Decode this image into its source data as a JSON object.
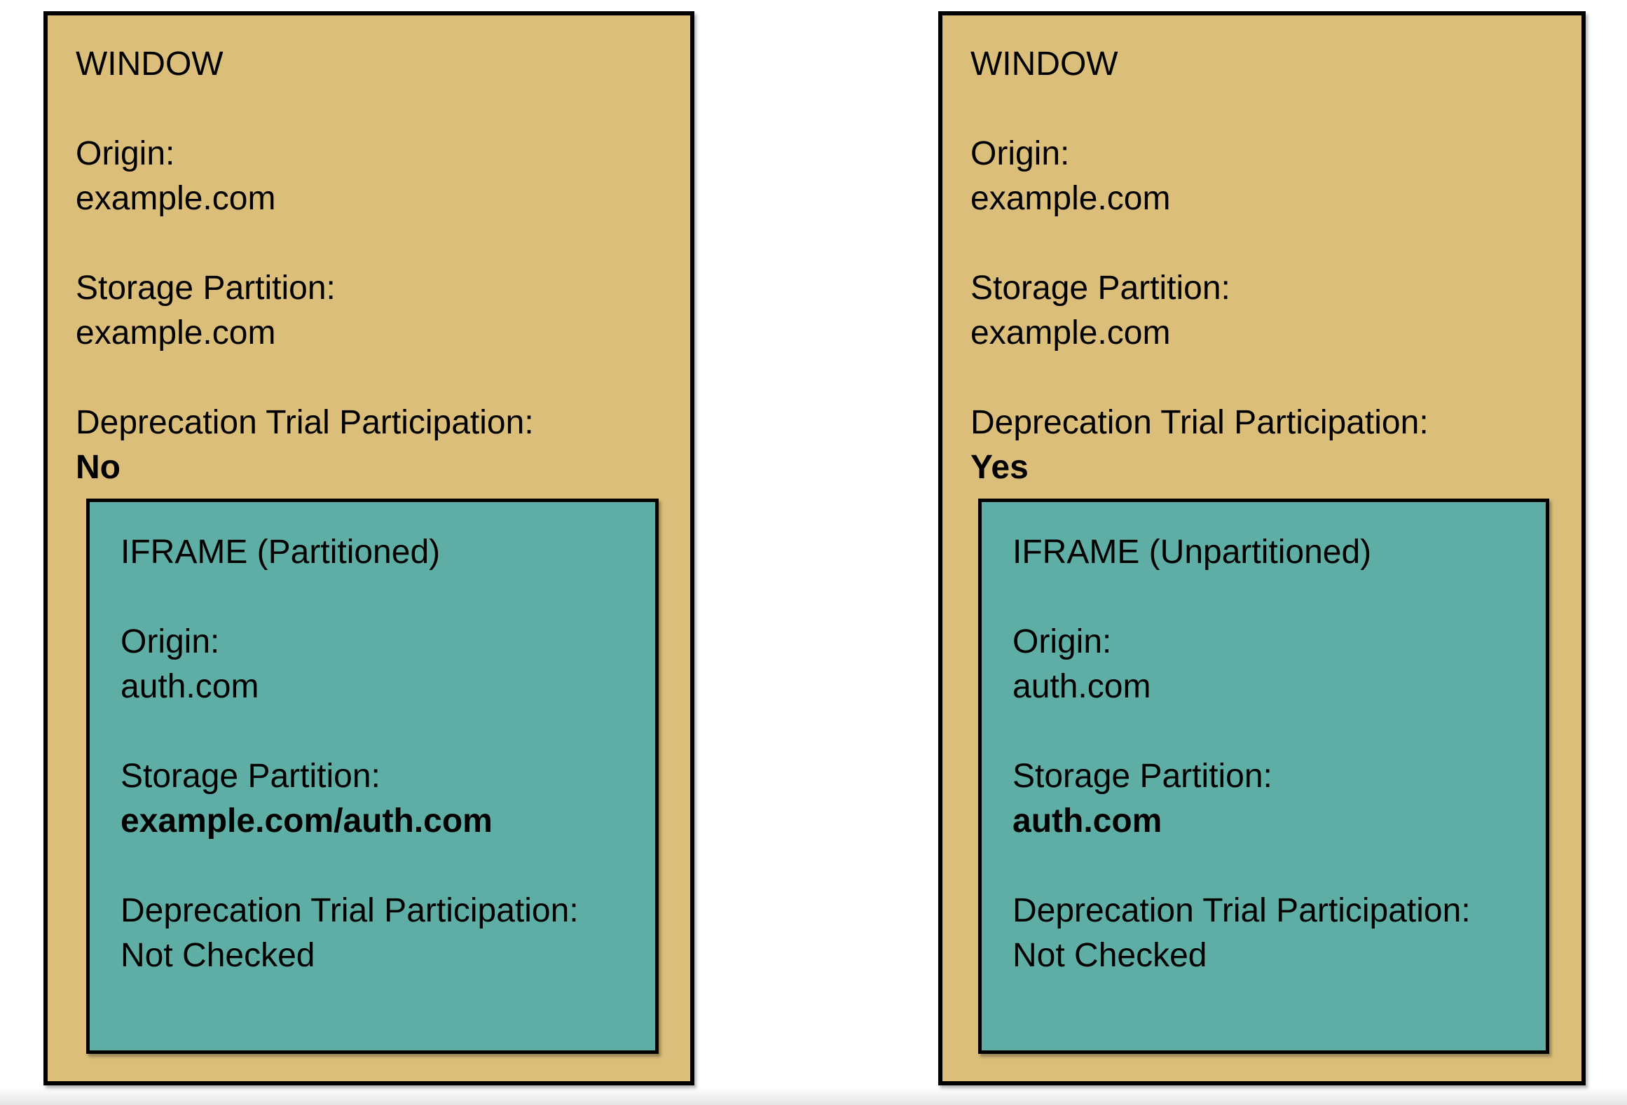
{
  "colors": {
    "page_background": "#ffffff",
    "window_bg": "#DBBE79",
    "iframe_bg": "#5FAEA5",
    "border": "#000000",
    "text": "#000000"
  },
  "windows": [
    {
      "title": "WINDOW",
      "origin": {
        "label": "Origin:",
        "value": "example.com"
      },
      "storage": {
        "label": "Storage Partition:",
        "value": "example.com"
      },
      "trial": {
        "label": "Deprecation Trial Participation:",
        "value": "No"
      },
      "iframe": {
        "title": "IFRAME (Partitioned)",
        "origin": {
          "label": "Origin:",
          "value": "auth.com"
        },
        "storage": {
          "label": "Storage Partition:",
          "value": "example.com/auth.com"
        },
        "trial": {
          "label": "Deprecation Trial Participation:",
          "value": "Not Checked"
        }
      }
    },
    {
      "title": "WINDOW",
      "origin": {
        "label": "Origin:",
        "value": "example.com"
      },
      "storage": {
        "label": "Storage Partition:",
        "value": "example.com"
      },
      "trial": {
        "label": "Deprecation Trial Participation:",
        "value": "Yes"
      },
      "iframe": {
        "title": "IFRAME (Unpartitioned)",
        "origin": {
          "label": "Origin:",
          "value": "auth.com"
        },
        "storage": {
          "label": "Storage Partition:",
          "value": "auth.com"
        },
        "trial": {
          "label": "Deprecation Trial Participation:",
          "value": "Not Checked"
        }
      }
    }
  ]
}
